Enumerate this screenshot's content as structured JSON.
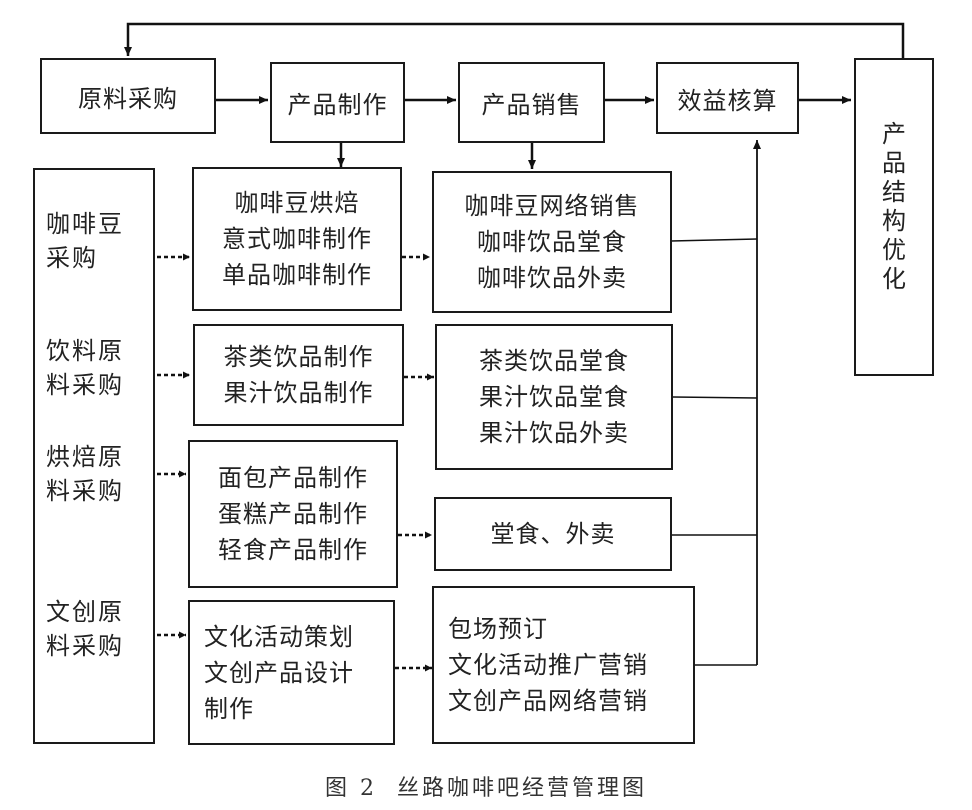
{
  "top_row": {
    "raw_purchase": "原料采购",
    "production": "产品制作",
    "sales": "产品销售",
    "accounting": "效益核算",
    "optimization": [
      "产",
      "品",
      "结",
      "构",
      "优",
      "化"
    ]
  },
  "sources": [
    [
      "咖啡豆",
      "采购"
    ],
    [
      "饮料原",
      "料采购"
    ],
    [
      "烘焙原",
      "料采购"
    ],
    [
      "文创原",
      "料采购"
    ]
  ],
  "production_boxes": [
    [
      "咖啡豆烘焙",
      "意式咖啡制作",
      "单品咖啡制作"
    ],
    [
      "茶类饮品制作",
      "果汁饮品制作"
    ],
    [
      "面包产品制作",
      "蛋糕产品制作",
      "轻食产品制作"
    ],
    [
      "文化活动策划",
      "文创产品设计",
      "制作"
    ]
  ],
  "sales_boxes": [
    [
      "咖啡豆网络销售",
      "咖啡饮品堂食",
      "咖啡饮品外卖"
    ],
    [
      "茶类饮品堂食",
      "果汁饮品堂食",
      "果汁饮品外卖"
    ],
    [
      "堂食、外卖"
    ],
    [
      "包场预订",
      "文化活动推广营销",
      "文创产品网络营销"
    ]
  ],
  "caption": {
    "number": "图 2",
    "title": "丝路咖啡吧经营管理图"
  }
}
